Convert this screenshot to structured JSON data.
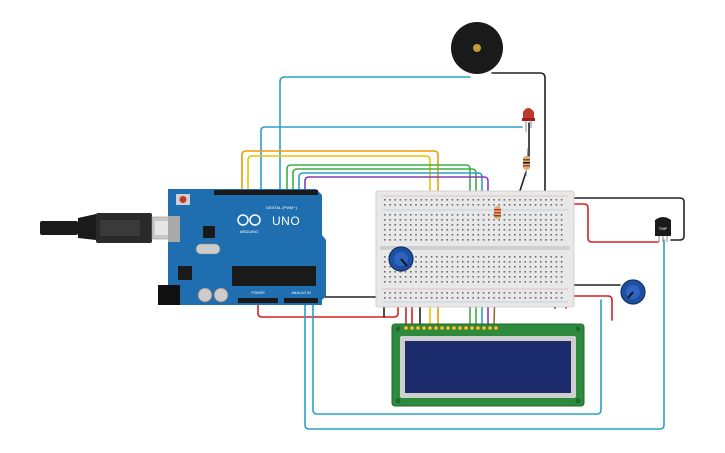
{
  "arduino": {
    "brand": "UNO",
    "logo_text": "ARDUINO",
    "digital_label": "DIGITAL (PWM~)",
    "power_label": "POWER",
    "analog_label": "ANALOG IN"
  },
  "tmp_sensor": {
    "label": "TMP"
  },
  "colors": {
    "board": "#1f6fb0",
    "breadboard": "#e8e8e8",
    "lcd_pcb": "#2e8b3e",
    "lcd_screen": "#1b2a6b",
    "wire_blue": "#2aa0c8",
    "wire_orange": "#f09a00",
    "wire_yellow": "#e8c400",
    "wire_green": "#3cb043",
    "wire_purple": "#8a3ab9",
    "wire_red": "#d81e1e",
    "wire_black": "#222222",
    "wire_brown": "#9b6a3a"
  }
}
